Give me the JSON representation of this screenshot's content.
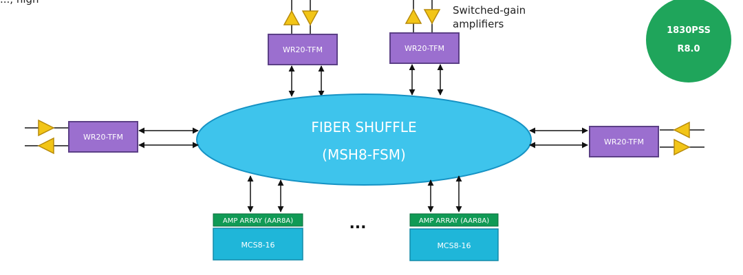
{
  "top_left_fragment": "..., high",
  "amp_note": {
    "line1": "Switched-gain",
    "line2": "amplifiers"
  },
  "badge": {
    "line1": "1830PSS",
    "line2": "R8.0"
  },
  "hub": {
    "line1": "FIBER SHUFFLE",
    "line2": "(MSH8-FSM)"
  },
  "wr_boxes": {
    "top_left": "WR20-TFM",
    "top_right": "WR20-TFM",
    "left": "WR20-TFM",
    "right": "WR20-TFM"
  },
  "bottom_left": {
    "amp_array": "AMP ARRAY (AAR8A)",
    "mcs": "MCS8-16"
  },
  "bottom_right": {
    "amp_array": "AMP ARRAY (AAR8A)",
    "mcs": "MCS8-16"
  },
  "continuation": "...",
  "colors": {
    "wr_fill": "#9b6fcf",
    "wr_border": "#5b3f86",
    "hub_fill": "#3ec4ec",
    "hub_border": "#1592c4",
    "amp_array_fill": "#109a55",
    "mcs_fill": "#1fb6d9",
    "amplifier_fill": "#f2c517",
    "amplifier_border": "#b78a0a",
    "badge_fill": "#1fa55b"
  }
}
